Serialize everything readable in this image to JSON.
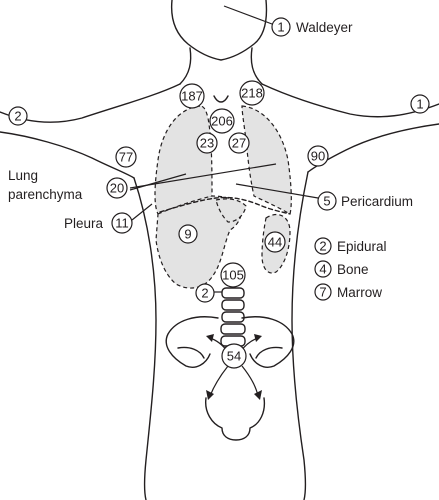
{
  "markers": {
    "waldeyer": "1",
    "right_arm": "2",
    "left_arm": "1",
    "neck_right": "187",
    "neck_left": "218",
    "mediastinum": "206",
    "hilum_right": "23",
    "hilum_left": "27",
    "axilla_right": "77",
    "axilla_left": "90",
    "lung": "20",
    "pericardium": "5",
    "pleura": "11",
    "liver": "9",
    "spleen": "44",
    "paraaortic": "105",
    "epidural_spine": "2",
    "pelvis": "54"
  },
  "labels": {
    "waldeyer": "Waldeyer",
    "lung_line1": "Lung",
    "lung_line2": "parenchyma",
    "pericardium": "Pericardium",
    "pleura": "Pleura"
  },
  "legend": [
    {
      "number": "2",
      "text": "Epidural"
    },
    {
      "number": "4",
      "text": "Bone"
    },
    {
      "number": "7",
      "text": "Marrow"
    }
  ]
}
